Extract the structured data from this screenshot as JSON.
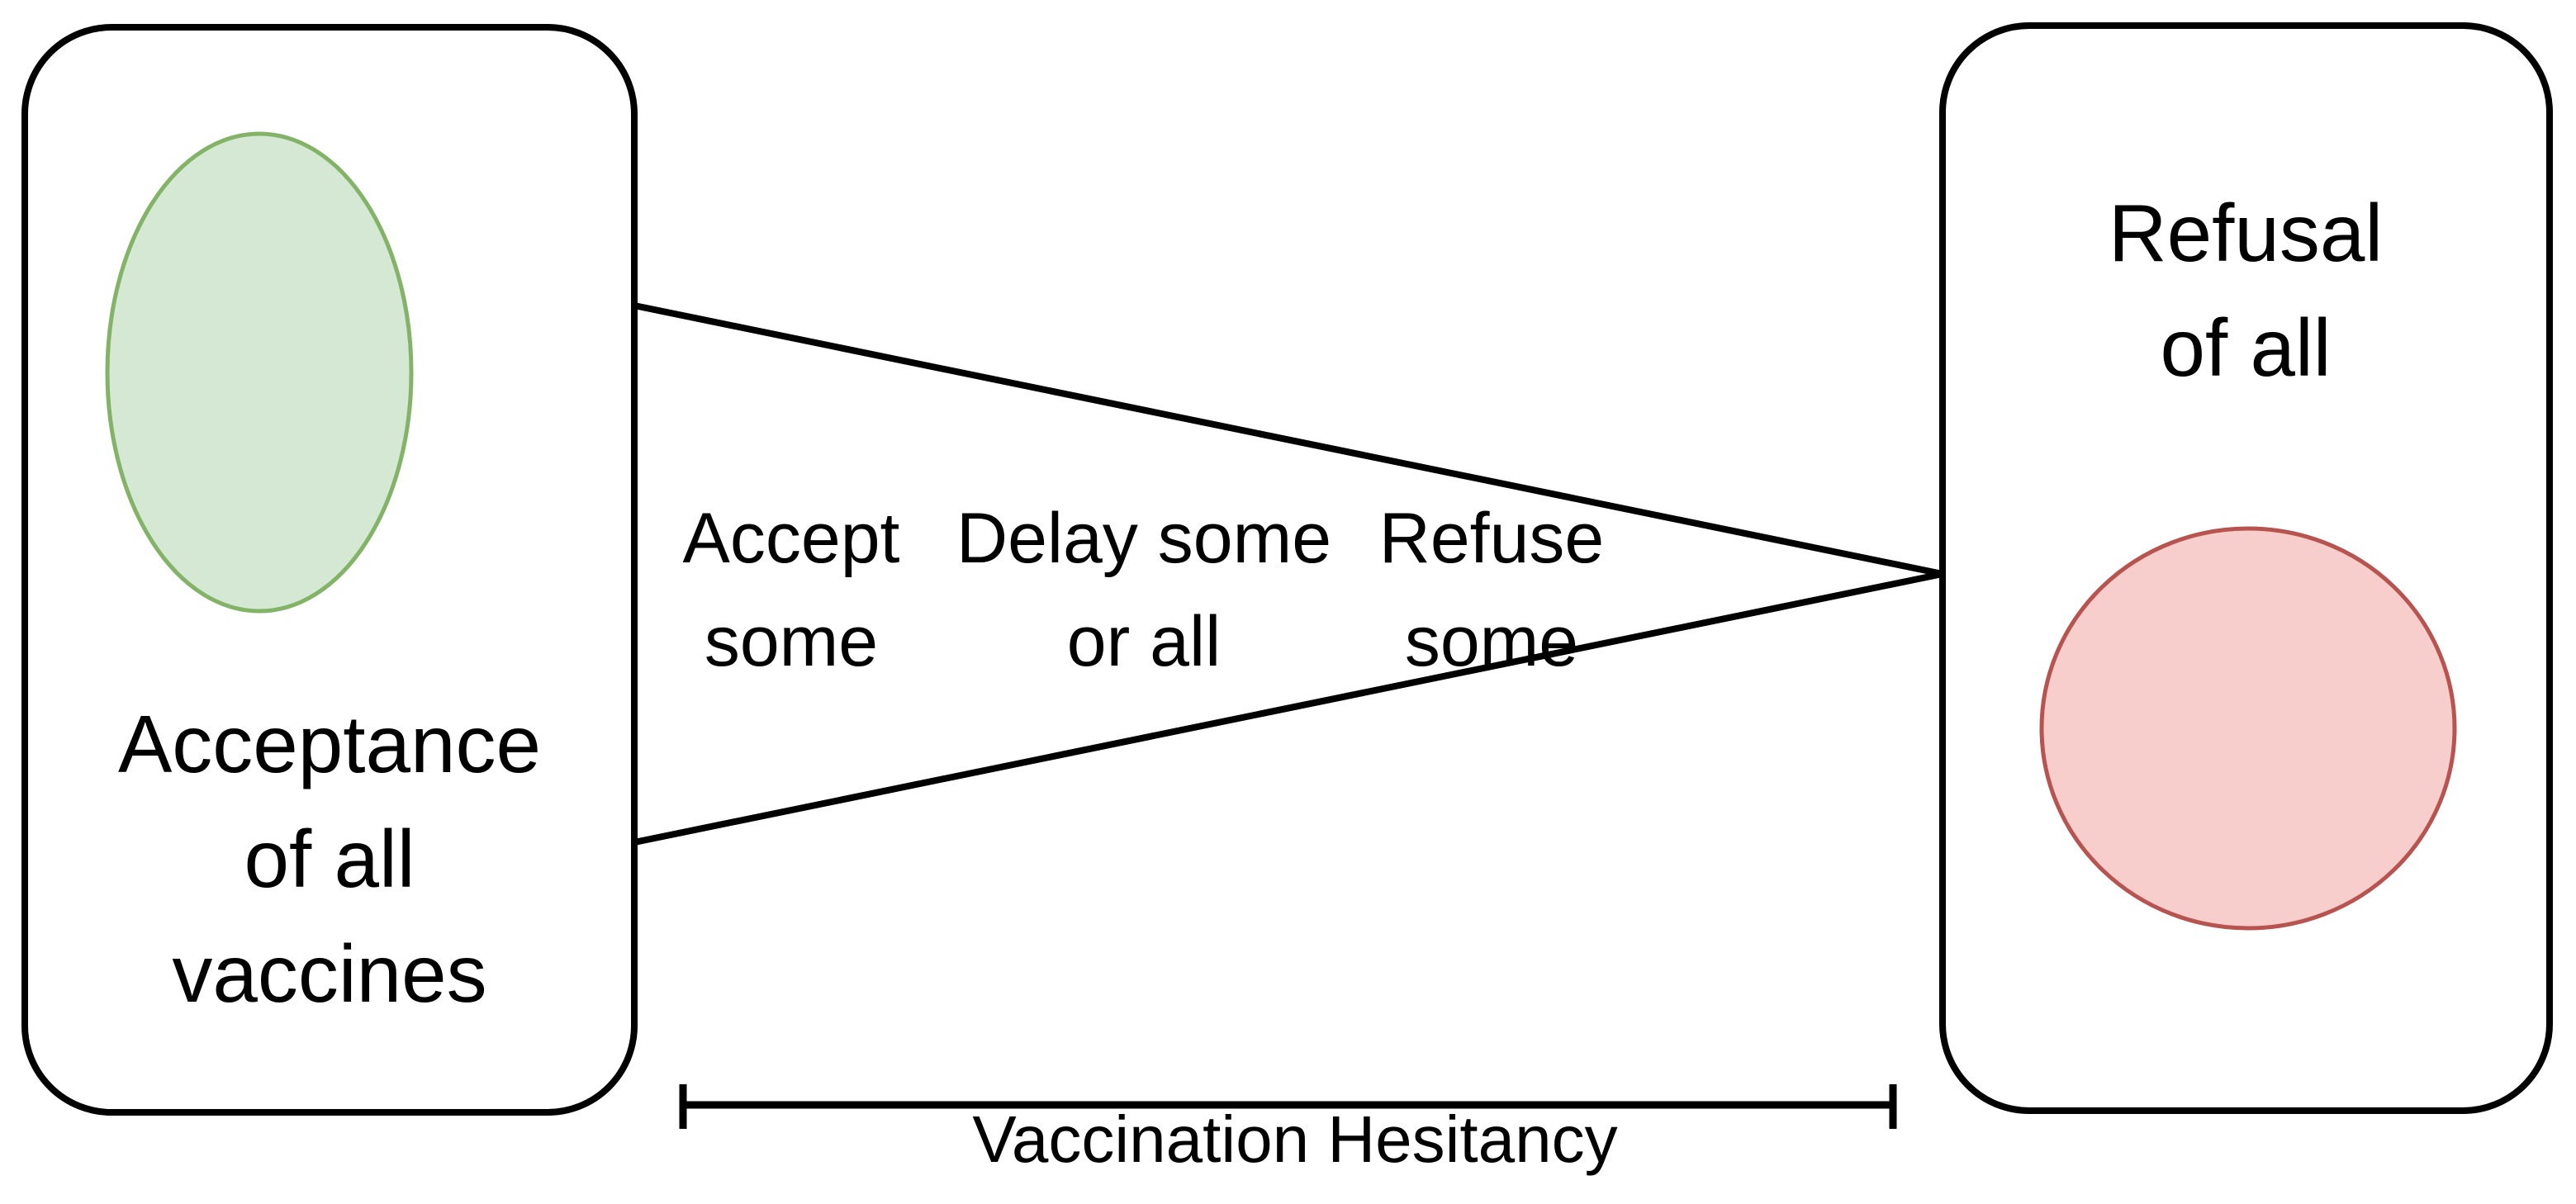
{
  "diagram": {
    "acceptance_box": {
      "label": "Acceptance\nof all\nvaccines"
    },
    "refusal_box": {
      "label": "Refusal\nof all"
    },
    "continuum_labels": [
      {
        "label": "Accept\nsome"
      },
      {
        "label": "Delay some\nor all"
      },
      {
        "label": "Refuse\nsome"
      }
    ],
    "bracket_label": "Vaccination Hesitancy",
    "colors": {
      "acceptance_fill": "#d5e8d4",
      "acceptance_stroke": "#82b366",
      "refusal_fill": "#f8cecc",
      "refusal_stroke": "#b85450",
      "line": "#000000",
      "box_fill": "#ffffff"
    }
  }
}
